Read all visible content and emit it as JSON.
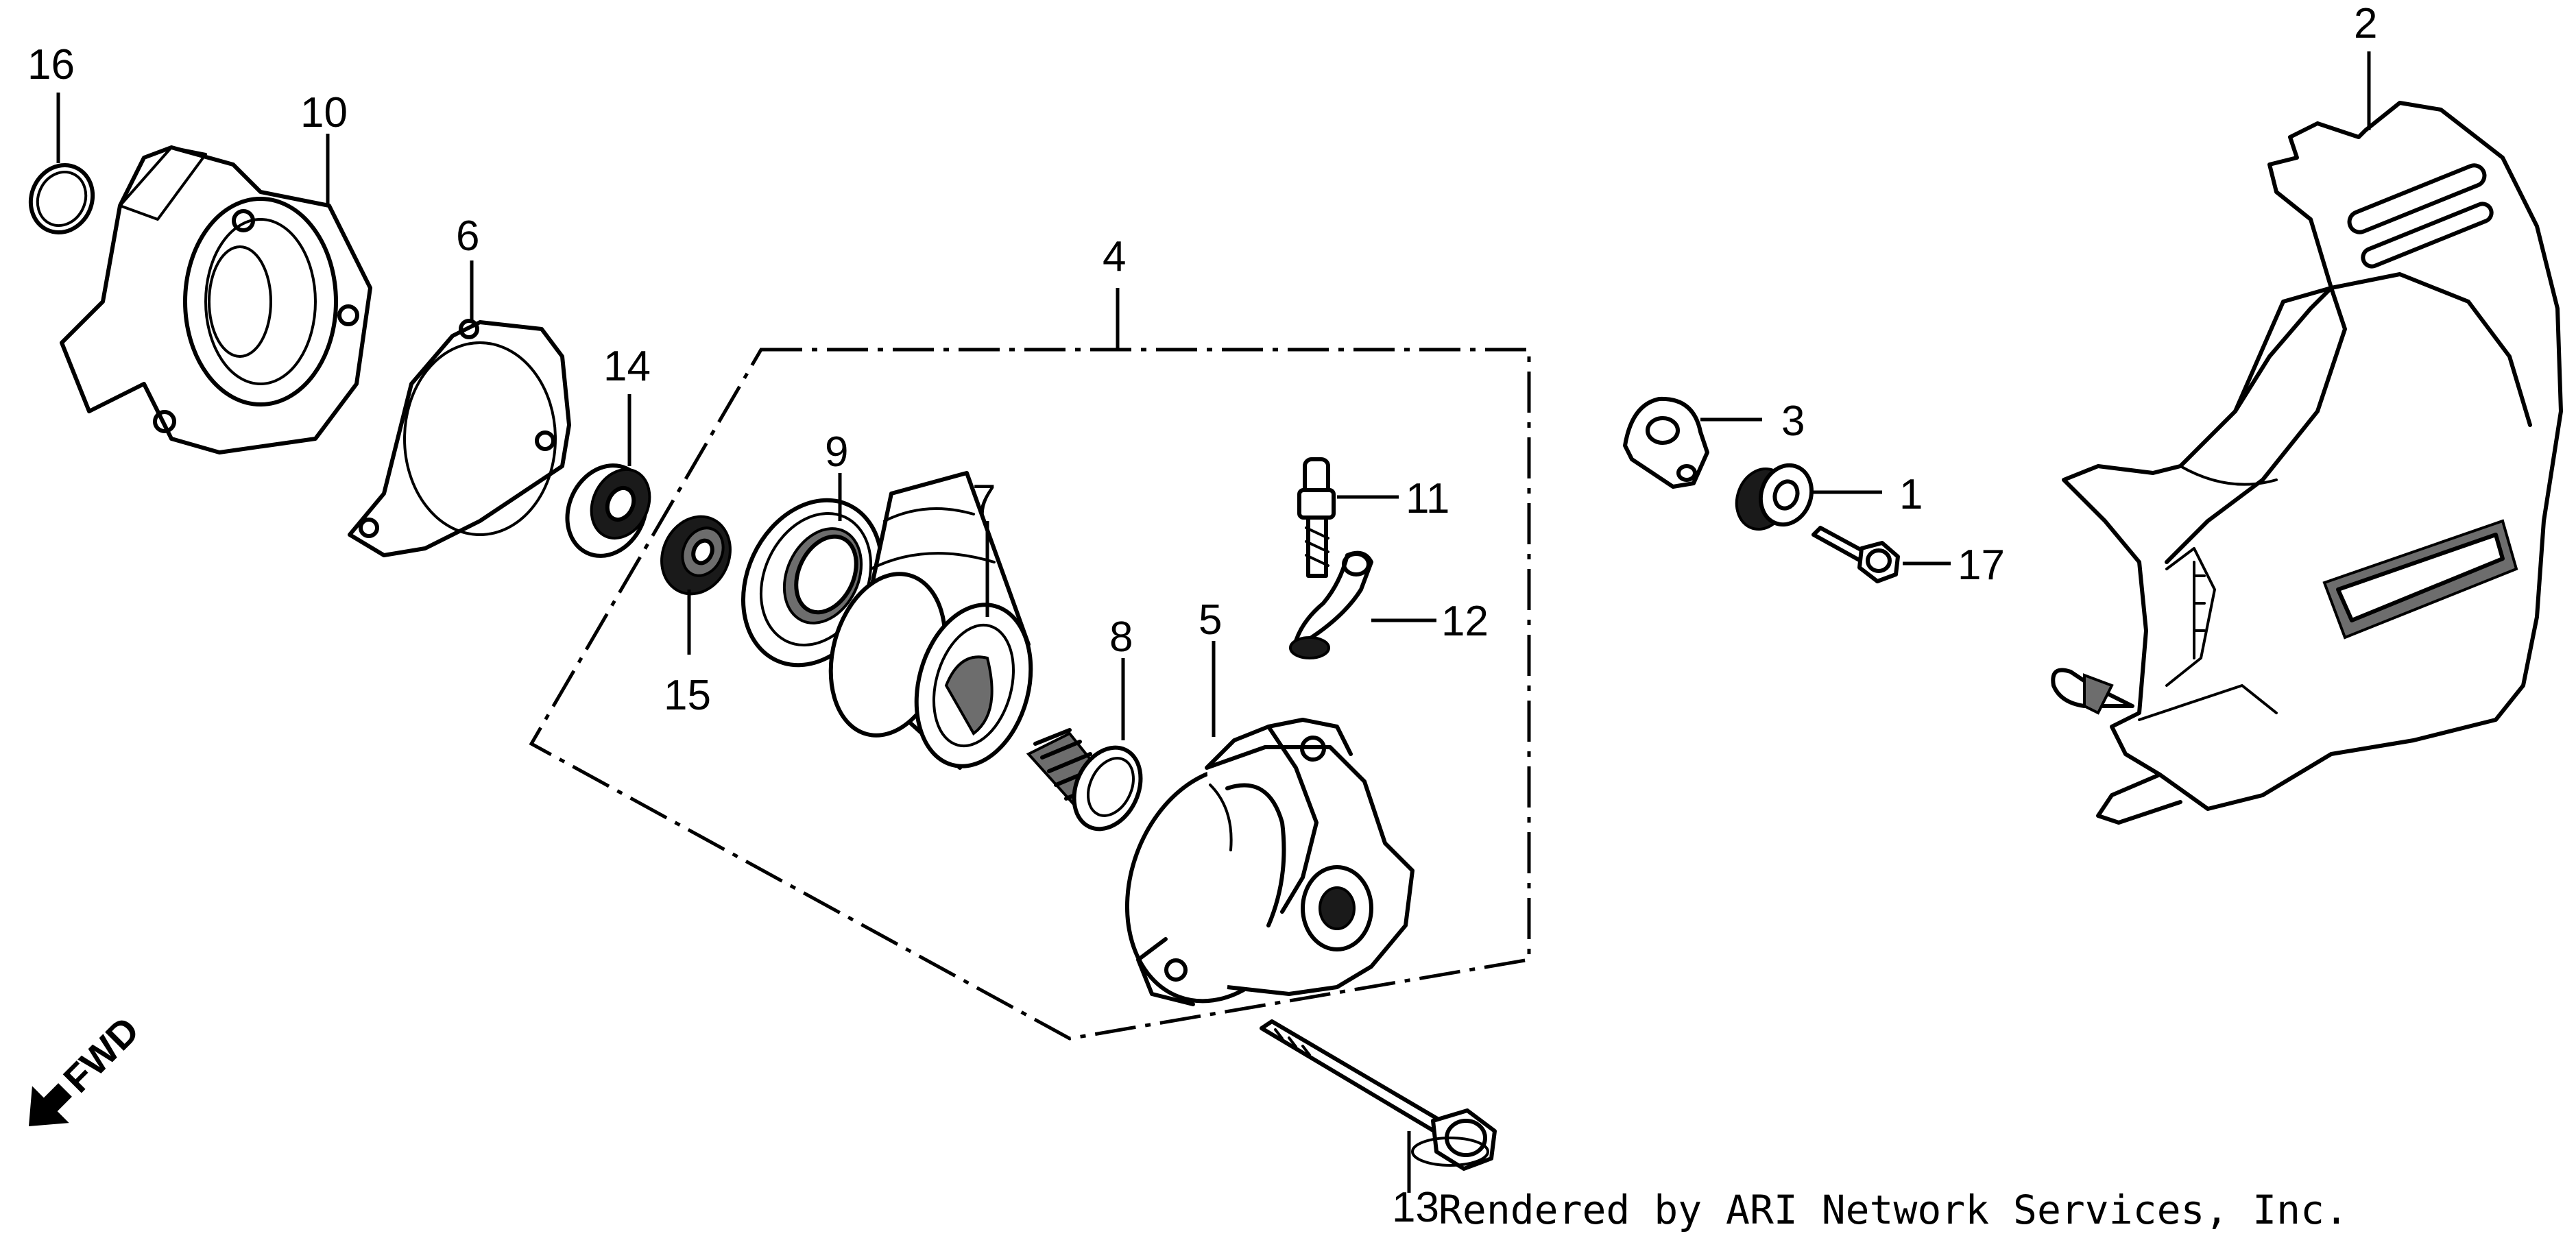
{
  "callouts": {
    "c1": "1",
    "c2": "2",
    "c3": "3",
    "c4": "4",
    "c5": "5",
    "c6": "6",
    "c7": "7",
    "c8": "8",
    "c9": "9",
    "c10": "10",
    "c11": "11",
    "c12": "12",
    "c13": "13",
    "c14": "14",
    "c15": "15",
    "c16": "16",
    "c17": "17"
  },
  "direction_label": "FWD",
  "credit": "Rendered by ARI Network Services, Inc."
}
